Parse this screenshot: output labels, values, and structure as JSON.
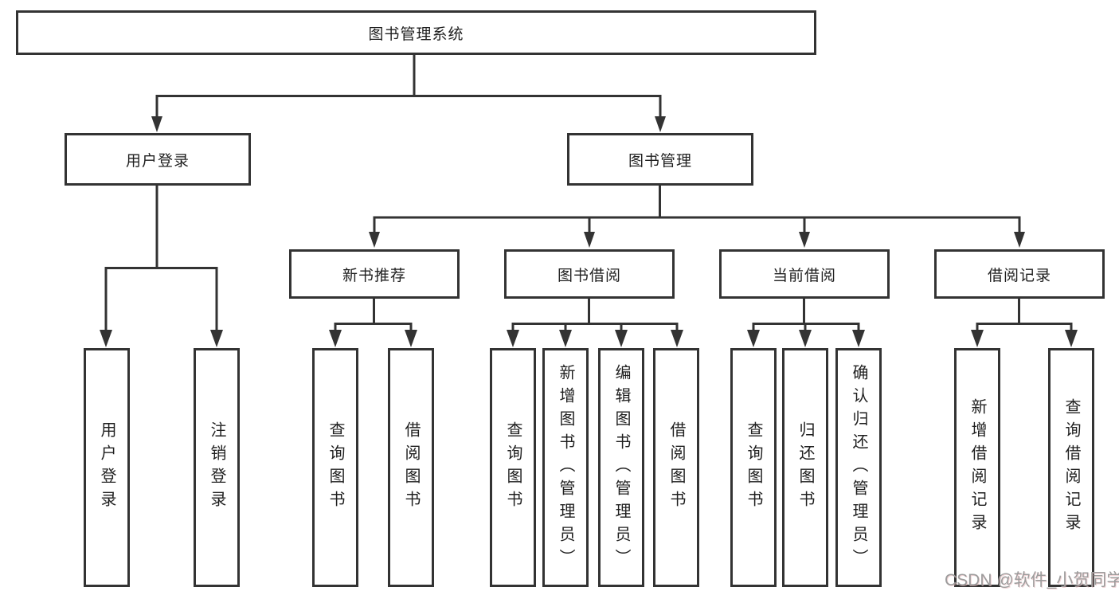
{
  "nodes": {
    "root": "图书管理系统",
    "user_login": "用户登录",
    "book_management": "图书管理",
    "new_book_recommend": "新书推荐",
    "book_borrowing": "图书借阅",
    "current_borrowing": "当前借阅",
    "borrowing_records": "借阅记录",
    "leaf_user_login": "用户登录",
    "leaf_logout": "注销登录",
    "leaf_nb_query_books": "查询图书",
    "leaf_nb_borrow_books": "借阅图书",
    "leaf_bb_query_books": "查询图书",
    "leaf_bb_add_books": "新增图书（管理员）",
    "leaf_bb_edit_books": "编辑图书（管理员）",
    "leaf_bb_borrow_books": "借阅图书",
    "leaf_cb_query_books": "查询图书",
    "leaf_cb_return_books": "归还图书",
    "leaf_cb_confirm_return": "确认归还（管理员）",
    "leaf_br_add_record": "新增借阅记录",
    "leaf_br_query_record": "查询借阅记录"
  },
  "watermark": {
    "text": "CSDN @软件_小贺同学"
  },
  "colors": {
    "line": "#333333",
    "text": "#1f1f1f",
    "background": "#ffffff",
    "watermark": "#9c9c9c"
  }
}
